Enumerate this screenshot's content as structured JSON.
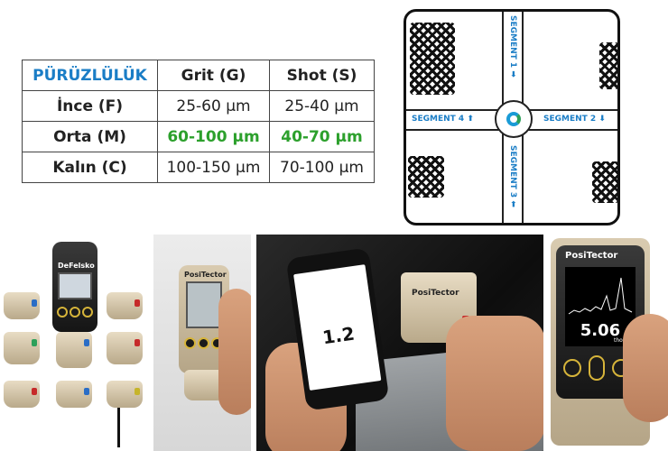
{
  "table": {
    "header": [
      "PÜRÜZLÜLÜK",
      "Grit (G)",
      "Shot (S)"
    ],
    "rows": [
      {
        "label": "İnce (F)",
        "grit": "25-60 µm",
        "shot": "25-40 µm"
      },
      {
        "label": "Orta (M)",
        "grit": "60-100 µm",
        "shot": "40-70 µm"
      },
      {
        "label": "Kalın (C)",
        "grit": "100-150 µm",
        "shot": "70-100 µm"
      }
    ]
  },
  "segments": {
    "s1": "SEGMENT 1 ➡",
    "s2": "SEGMENT 2 ⬇",
    "s3": "SEGMENT 3 ⬅",
    "s4": "SEGMENT 4 ⬆"
  },
  "photos": {
    "gauge_brand_1": "DeFelsko",
    "gauge_brand_2": "PosiTector",
    "phone_reading": "1.2",
    "probe_brand": "PosiTector",
    "big_brand": "PosiTector",
    "big_reading": "5.06",
    "big_unit": "thou/mils"
  },
  "colors": {
    "accent_blue": "#1a7dc6",
    "accent_green": "#2ca02c"
  }
}
